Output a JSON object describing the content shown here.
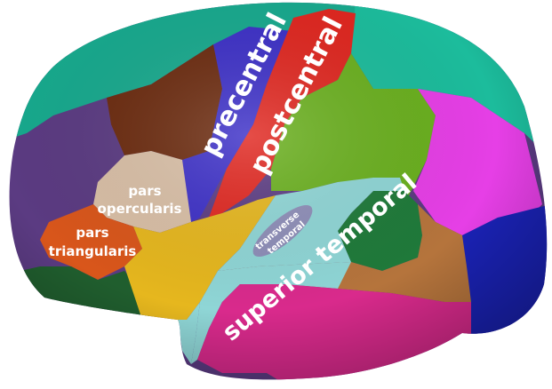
{
  "labels": {
    "precentral": "precentral",
    "postcentral": "postcentral",
    "pars_opercularis_1": "pars",
    "pars_opercularis_2": "opercularis",
    "pars_triangularis_1": "pars",
    "pars_triangularis_2": "triangularis",
    "transverse_temporal_1": "transverse",
    "transverse_temporal_2": "temporal",
    "superior_temporal": "superior temporal"
  },
  "colors": {
    "background": "#ffffff",
    "precentral": "#3c2fc7",
    "postcentral": "#e0261f",
    "pars_opercularis": "#d9bfa6",
    "pars_triangularis": "#d9561b",
    "transverse_temporal": "#8e8eb8",
    "superior_temporal": "#8fd6d6",
    "supramarginal": "#6ab01e",
    "caudal_middle_frontal": "#6b2a0e",
    "superior_frontal": "#17a98d",
    "rostral_middle_frontal": "#5b3b82",
    "superior_parietal": "#1cbc9c",
    "inferior_parietal": "#e63fe6",
    "lateral_occipital": "#1a22b5",
    "insula": "#e6b71e",
    "lateral_orbitofrontal": "#205e2e",
    "middle_temporal": "#b5743c",
    "inferior_temporal": "#d92a8c",
    "bankssts": "#1f7a3a"
  }
}
